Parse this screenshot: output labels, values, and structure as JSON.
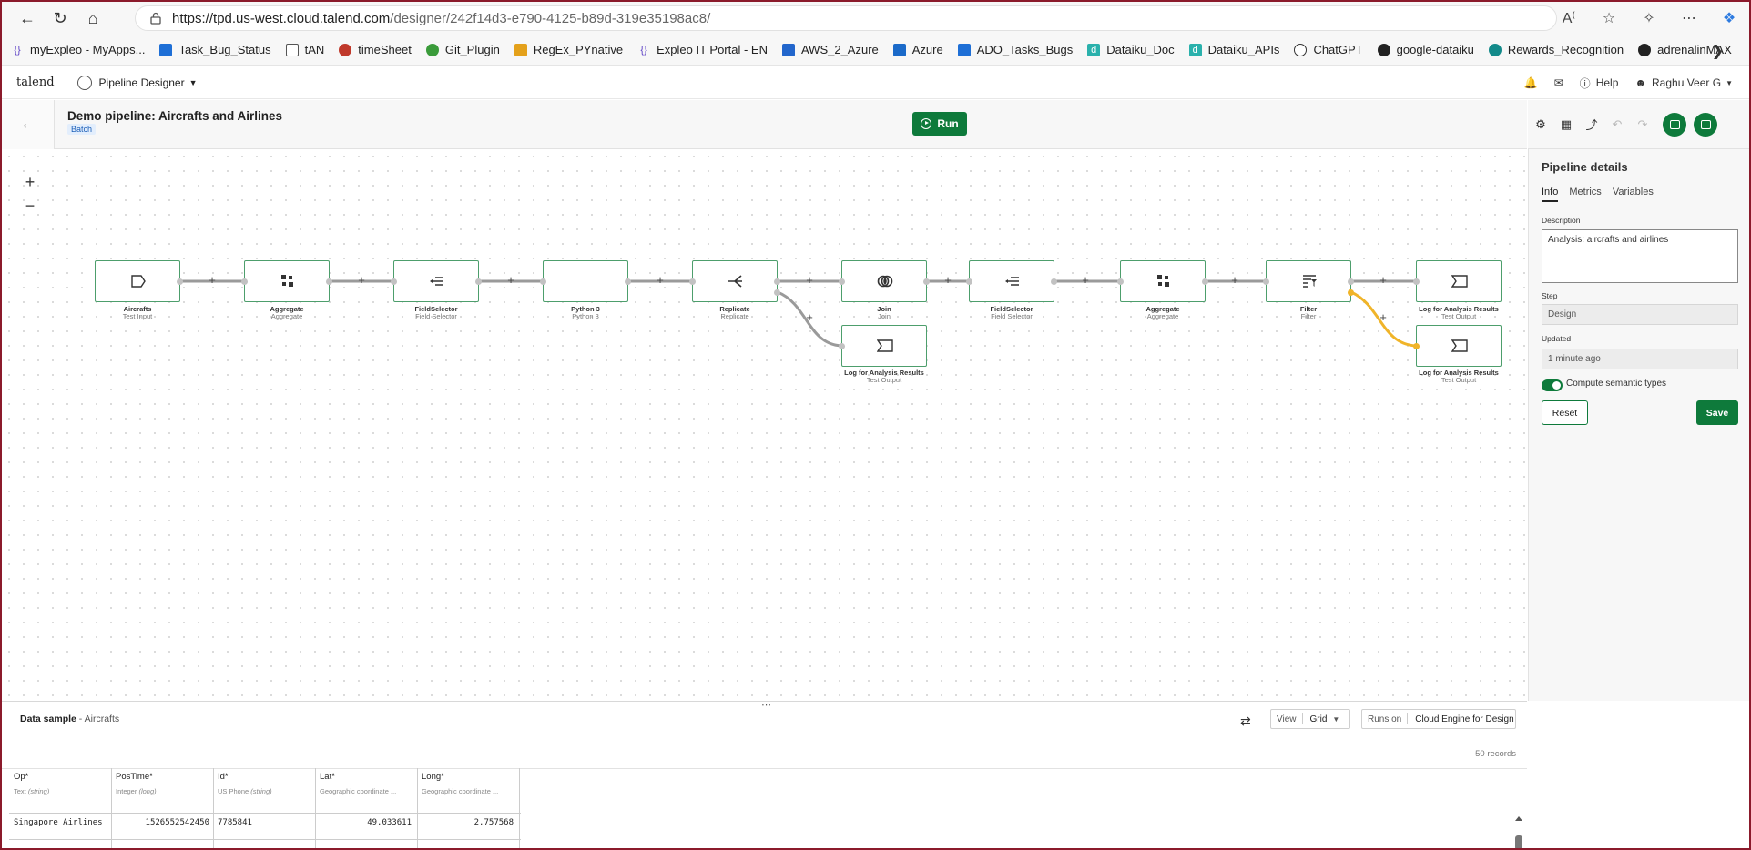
{
  "browser": {
    "url_host": "https://tpd.us-west.cloud.talend.com",
    "url_path": "/designer/242f14d3-e790-4125-b89d-319e35198ac8/",
    "bookmarks": [
      "myExpleo - MyApps...",
      "Task_Bug_Status",
      "tAN",
      "timeSheet",
      "Git_Plugin",
      "RegEx_PYnative",
      "Expleo IT Portal - EN",
      "AWS_2_Azure",
      "Azure",
      "ADO_Tasks_Bugs",
      "Dataiku_Doc",
      "Dataiku_APIs",
      "ChatGPT",
      "google-dataiku",
      "Rewards_Recognition",
      "adrenalinMAX"
    ]
  },
  "app": {
    "logo": "talend",
    "name": "Pipeline Designer",
    "help": "Help",
    "user": "Raghu Veer G"
  },
  "pipeline": {
    "title": "Demo pipeline: Aircrafts and Airlines",
    "mode": "Batch",
    "run_label": "Run"
  },
  "canvas": {
    "zoom_in": "+",
    "zoom_out": "−",
    "nodes": [
      {
        "name": "Aircrafts",
        "type": "Test Input",
        "icon": "input-icon"
      },
      {
        "name": "Aggregate",
        "type": "Aggregate",
        "icon": "aggregate-icon"
      },
      {
        "name": "FieldSelector",
        "type": "Field Selector",
        "icon": "field-selector-icon"
      },
      {
        "name": "Python 3",
        "type": "Python 3",
        "icon": "python-icon"
      },
      {
        "name": "Replicate",
        "type": "Replicate",
        "icon": "replicate-icon"
      },
      {
        "name": "Join",
        "type": "Join",
        "icon": "join-icon"
      },
      {
        "name": "FieldSelector",
        "type": "Field Selector",
        "icon": "field-selector-icon"
      },
      {
        "name": "Aggregate",
        "type": "Aggregate",
        "icon": "aggregate-icon"
      },
      {
        "name": "Filter",
        "type": "Filter",
        "icon": "filter-icon"
      },
      {
        "name": "Log for Analysis Results",
        "type": "Test Output",
        "icon": "output-icon"
      },
      {
        "name": "Log for Analysis Results",
        "type": "Test Output",
        "icon": "output-icon"
      },
      {
        "name": "Log for Analysis Results",
        "type": "Test Output",
        "icon": "output-icon"
      }
    ]
  },
  "details": {
    "title": "Pipeline details",
    "tabs": [
      "Info",
      "Metrics",
      "Variables"
    ],
    "description_label": "Description",
    "description": "Analysis: aircrafts and airlines",
    "step_label": "Step",
    "step": "Design",
    "updated_label": "Updated",
    "updated": "1 minute ago",
    "compute_label": "Compute semantic types",
    "compute_enabled": true,
    "reset_label": "Reset",
    "save_label": "Save"
  },
  "sample": {
    "title": "Data sample",
    "dataset": "Aircrafts",
    "view_label": "View",
    "view_value": "Grid",
    "runs_label": "Runs on",
    "runs_value": "Cloud Engine for Design",
    "records": "50 records",
    "columns": [
      {
        "name": "Op*",
        "type": "Text",
        "subtype": "(string)",
        "value": "Singapore Airlines"
      },
      {
        "name": "PosTime*",
        "type": "Integer",
        "subtype": "(long)",
        "value": "1526552542450"
      },
      {
        "name": "Id*",
        "type": "US Phone",
        "subtype": "(string)",
        "value": "7785841"
      },
      {
        "name": "Lat*",
        "type": "Geographic coordinate ...",
        "subtype": "",
        "value": "49.033611"
      },
      {
        "name": "Long*",
        "type": "Geographic coordinate ...",
        "subtype": "",
        "value": "2.757568"
      }
    ]
  },
  "colors": {
    "accent": "#0e7a3b",
    "node_border": "#4d9e6c",
    "link_grey": "#9a9a9a",
    "link_selected": "#f0b429"
  }
}
